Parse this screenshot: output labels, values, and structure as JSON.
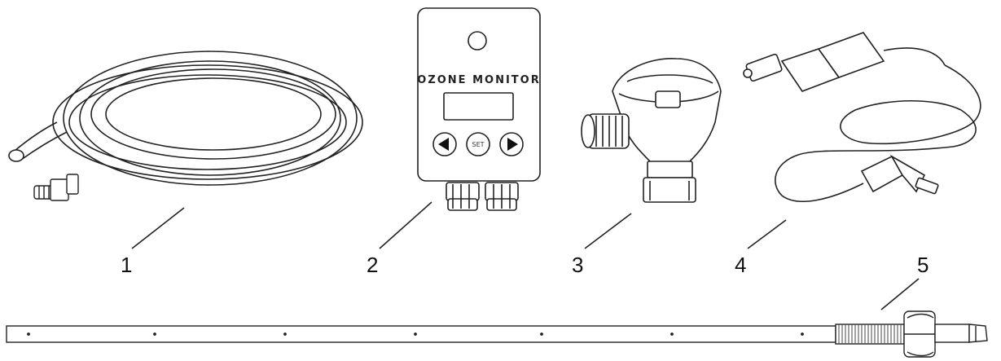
{
  "diagram": {
    "device": {
      "title": "OZONE MONITOR",
      "set_button_label": "SET"
    },
    "callouts": [
      {
        "id": "1",
        "label": "1",
        "part": "tubing-coil"
      },
      {
        "id": "2",
        "label": "2",
        "part": "ozone-monitor"
      },
      {
        "id": "3",
        "label": "3",
        "part": "sensor-fitting"
      },
      {
        "id": "4",
        "label": "4",
        "part": "car-power-cord"
      },
      {
        "id": "5",
        "label": "5",
        "part": "probe-rod"
      }
    ]
  }
}
